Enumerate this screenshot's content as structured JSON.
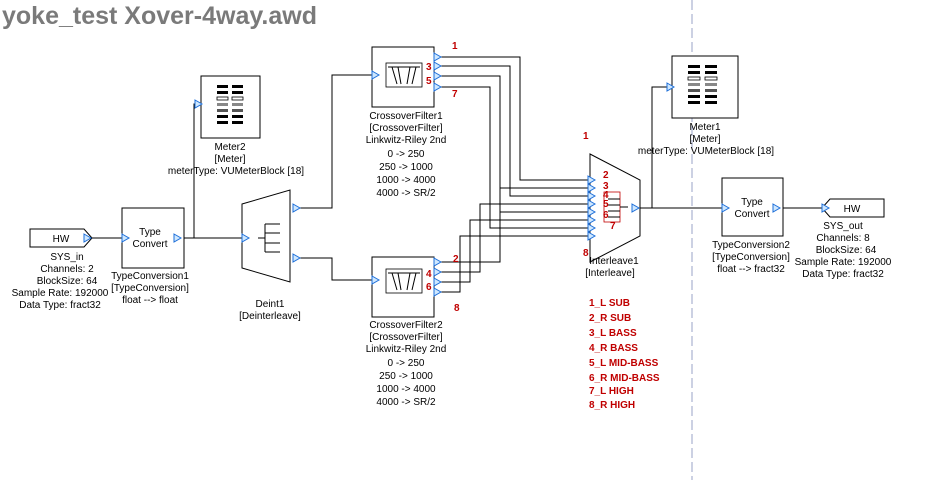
{
  "title": "yoke_test Xover-4way.awd",
  "blocks": {
    "sys_in": {
      "box_label": "HW",
      "lines": [
        "SYS_in",
        "Channels: 2",
        "BlockSize: 64",
        "Sample Rate: 192000",
        "Data Type: fract32"
      ]
    },
    "type_conv1": {
      "box_label": [
        "Type",
        "Convert"
      ],
      "lines": [
        "TypeConversion1",
        "[TypeConversion]",
        "float --> float"
      ]
    },
    "meter2": {
      "lines": [
        "Meter2",
        "[Meter]",
        "meterType: VUMeterBlock [18]"
      ]
    },
    "deint1": {
      "lines": [
        "Deint1",
        "[Deinterleave]"
      ]
    },
    "xover1": {
      "lines": [
        "CrossoverFilter1",
        "[CrossoverFilter]",
        "Linkwitz-Riley 2nd",
        "0 -> 250",
        "250 -> 1000",
        "1000 -> 4000",
        "4000 -> SR/2"
      ],
      "pins": [
        "1",
        "3",
        "5",
        "7"
      ]
    },
    "xover2": {
      "lines": [
        "CrossoverFilter2",
        "[CrossoverFilter]",
        "Linkwitz-Riley 2nd",
        "0 -> 250",
        "250 -> 1000",
        "1000 -> 4000",
        "4000 -> SR/2"
      ],
      "pins": [
        "2",
        "4",
        "6",
        "8"
      ]
    },
    "interleave1": {
      "pins": [
        "1",
        "2",
        "3",
        "4",
        "5",
        "6",
        "7",
        "8"
      ],
      "lines": [
        "Interleave1",
        "[Interleave]"
      ]
    },
    "meter1": {
      "lines": [
        "Meter1",
        "[Meter]",
        "meterType: VUMeterBlock [18]"
      ]
    },
    "type_conv2": {
      "box_label": [
        "Type",
        "Convert"
      ],
      "lines": [
        "TypeConversion2",
        "[TypeConversion]",
        "float --> fract32"
      ]
    },
    "sys_out": {
      "box_label": "HW",
      "lines": [
        "SYS_out",
        "Channels: 8",
        "BlockSize: 64",
        "Sample Rate: 192000",
        "Data Type: fract32"
      ]
    }
  },
  "channel_legend": [
    "1_L SUB",
    "2_R SUB",
    "3_L BASS",
    "4_R BASS",
    "5_L MID-BASS",
    "6_R MID-BASS",
    "7_L HIGH",
    "8_R HIGH"
  ],
  "colors": {
    "pin_stroke": "#1e6fd9",
    "pin_fill": "#cfe8ff",
    "legend_red": "#c00000",
    "title_gray": "#7a7a7a",
    "boundary": "#9aa3c7"
  }
}
